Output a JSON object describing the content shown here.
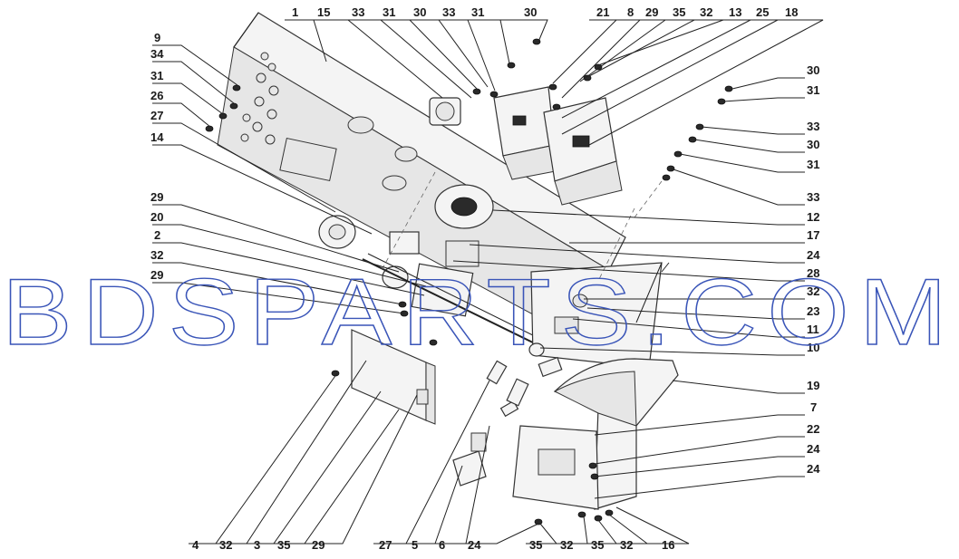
{
  "watermark": {
    "text": "BDSPARTS.COM"
  },
  "callouts": {
    "top": [
      "1",
      "15",
      "33",
      "31",
      "30",
      "33",
      "31",
      "30",
      "21",
      "8",
      "29",
      "35",
      "32",
      "13",
      "25",
      "18"
    ],
    "left": [
      "9",
      "34",
      "31",
      "26",
      "27",
      "14",
      "29",
      "20",
      "2",
      "32",
      "29"
    ],
    "right": [
      "30",
      "31",
      "33",
      "30",
      "31",
      "33",
      "12",
      "17",
      "24",
      "28",
      "32",
      "23",
      "11",
      "10",
      "19",
      "7",
      "22",
      "24",
      "24"
    ],
    "bottom": [
      "4",
      "32",
      "3",
      "35",
      "29",
      "27",
      "5",
      "6",
      "24",
      "35",
      "32",
      "35",
      "32",
      "16"
    ]
  }
}
